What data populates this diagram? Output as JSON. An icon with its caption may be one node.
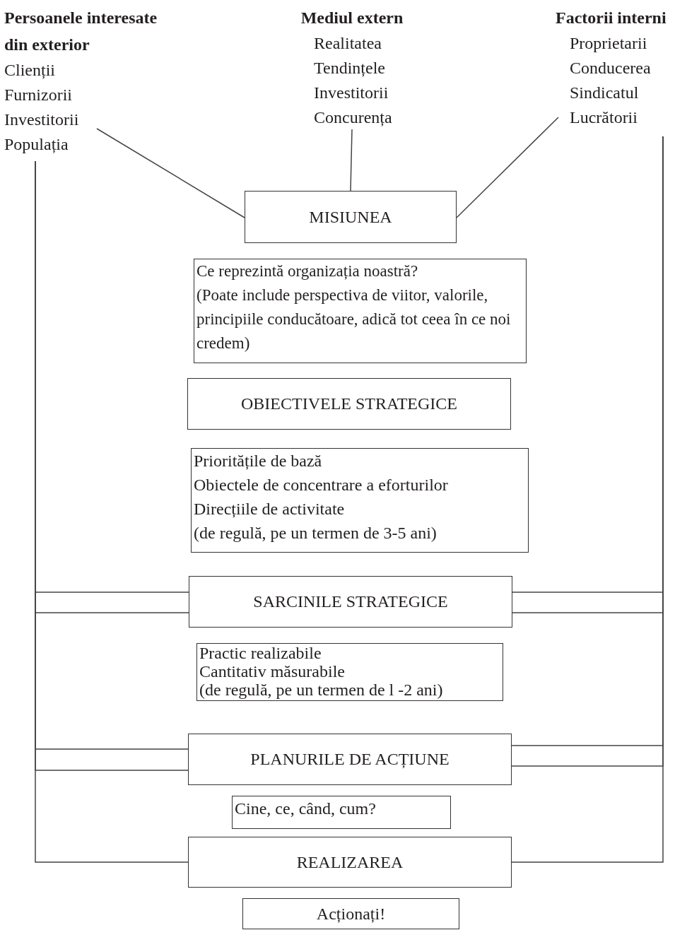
{
  "diagram": {
    "nodes": [
      {
        "text": [
          "Persoanele interesate din exterior",
          "Clienții",
          "Furnizorii",
          "Investitorii",
          "Populația"
        ]
      },
      {
        "text": [
          "Mediul extern",
          "Realitatea",
          "Tendințele",
          "Investitorii",
          "Concurența"
        ]
      },
      {
        "text": [
          "Factorii interni",
          "Proprietarii",
          "Conducerea",
          "Sindicatul",
          "Lucrătorii"
        ]
      },
      {
        "text": [
          "MISIUNEA"
        ]
      },
      {
        "text": [
          "Ce reprezintă organizația noastră?",
          "(Poate include perspectiva de viitor, valorile, principiile conducătoare, adică tot ceea în ce noi credem)"
        ]
      },
      {
        "text": [
          "OBIECTIVELE STRATEGICE"
        ]
      },
      {
        "text": [
          "Prioritățile de bază",
          "Obiectele de concentrare a eforturilor",
          "Direcțiile de activitate",
          "(de regulă, pe un termen de 3-5 ani)"
        ]
      },
      {
        "text": [
          "SARCINILE STRATEGICE"
        ]
      },
      {
        "text": [
          "Practic realizabile",
          "Cantitativ măsurabile",
          "(de regulă, pe un termen de l -2 ani)"
        ]
      },
      {
        "text": [
          "PLANURILE DE ACȚIUNE"
        ]
      },
      {
        "text": [
          "Cine, ce, când, cum?"
        ]
      },
      {
        "text": [
          "REALIZAREA"
        ]
      },
      {
        "text": [
          "Acționați!"
        ]
      }
    ],
    "edges": [
      {
        "from": 0,
        "to": 3,
        "arrow": "none"
      },
      {
        "from": 1,
        "to": 3,
        "arrow": "none"
      },
      {
        "from": 2,
        "to": 3,
        "arrow": "none"
      },
      {
        "from": 0,
        "to": 7,
        "arrow": "none"
      },
      {
        "from": 0,
        "to": 7,
        "arrow": "none"
      },
      {
        "from": 0,
        "to": 9,
        "arrow": "none"
      },
      {
        "from": 0,
        "to": 9,
        "arrow": "none"
      },
      {
        "from": 0,
        "to": 11,
        "arrow": "none"
      },
      {
        "from": 2,
        "to": 7,
        "arrow": "none"
      },
      {
        "from": 2,
        "to": 7,
        "arrow": "none"
      },
      {
        "from": 2,
        "to": 9,
        "arrow": "none"
      },
      {
        "from": 2,
        "to": 9,
        "arrow": "none"
      },
      {
        "from": 2,
        "to": 11,
        "arrow": "none"
      }
    ]
  }
}
